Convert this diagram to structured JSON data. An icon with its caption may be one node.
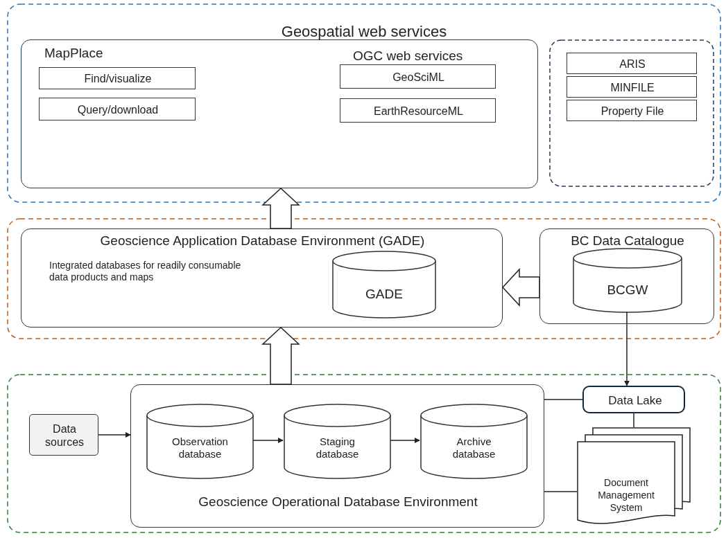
{
  "diagram": {
    "nodes": [
      {
        "text": [
          "Geospatial web services"
        ]
      },
      {
        "text": [
          "MapPlace",
          "OGC web services"
        ],
        "in": 0
      },
      {
        "text": [
          "Find/visualize"
        ],
        "in": 1
      },
      {
        "text": [
          "Query/download"
        ],
        "in": 1
      },
      {
        "text": [
          "GeoSciML"
        ],
        "in": 1
      },
      {
        "text": [
          "EarthResourceML"
        ],
        "in": 1
      },
      {
        "text": [],
        "shape": "box",
        "in": 0
      },
      {
        "text": [
          "ARIS"
        ],
        "in": 6
      },
      {
        "text": [
          "MINFILE"
        ],
        "in": 6
      },
      {
        "text": [
          "Property File"
        ],
        "in": 6
      },
      {
        "text": [],
        "shape": "band"
      },
      {
        "text": [
          "Geoscience Application Database Environment (GADE)",
          "Integrated databases for readily consumable data products and maps"
        ],
        "in": 10
      },
      {
        "text": [
          "GADE"
        ],
        "in": 11
      },
      {
        "text": [
          "BC Data Catalogue"
        ],
        "in": 10
      },
      {
        "text": [
          "BCGW"
        ],
        "in": 13
      },
      {
        "text": [],
        "shape": "band"
      },
      {
        "text": [
          "Data sources"
        ],
        "in": 15
      },
      {
        "text": [
          "Geoscience Operational Database Environment"
        ],
        "in": 15
      },
      {
        "text": [
          "Observation database"
        ],
        "in": 17
      },
      {
        "text": [
          "Staging database"
        ],
        "in": 17
      },
      {
        "text": [
          "Archive database"
        ],
        "in": 17
      },
      {
        "text": [
          "Data Lake"
        ],
        "in": 15
      },
      {
        "text": [
          "Document Management System"
        ],
        "in": 15
      }
    ],
    "edges": [
      {
        "from": 11,
        "to": 1,
        "arrow": "to",
        "style": "thick"
      },
      {
        "from": 13,
        "to": 11,
        "arrow": "to",
        "style": "thick"
      },
      {
        "from": 17,
        "to": 11,
        "arrow": "to",
        "style": "thick"
      },
      {
        "from": 14,
        "to": 21,
        "arrow": "to"
      },
      {
        "from": 16,
        "to": 17,
        "arrow": "to"
      },
      {
        "from": 18,
        "to": 19,
        "arrow": "to"
      },
      {
        "from": 19,
        "to": 20,
        "arrow": "to"
      },
      {
        "from": 17,
        "to": 21,
        "arrow": "none"
      },
      {
        "from": 21,
        "to": 22,
        "arrow": "none"
      },
      {
        "from": 17,
        "to": 22,
        "arrow": "none"
      }
    ]
  }
}
